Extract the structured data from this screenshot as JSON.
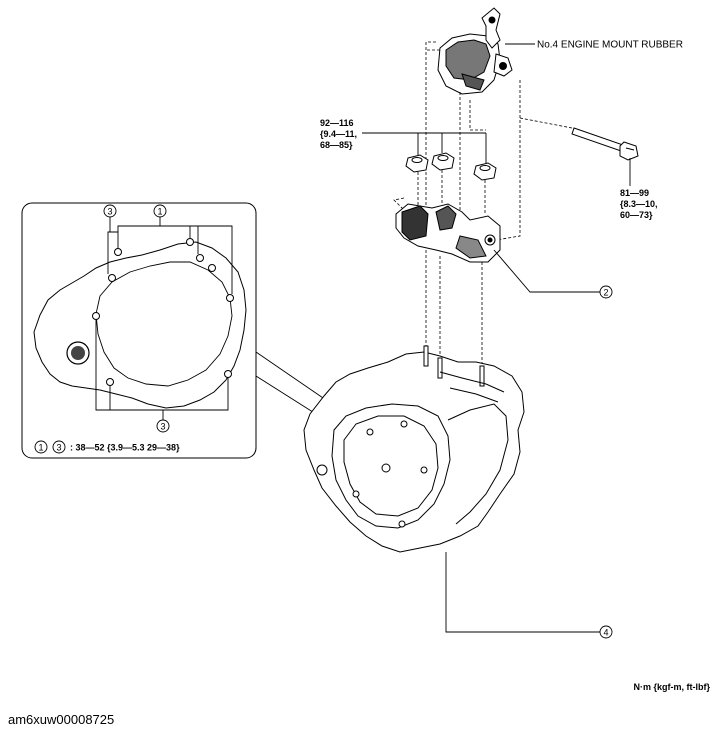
{
  "labels": {
    "engine_mount_rubber": "No.4 ENGINE MOUNT RUBBER",
    "torque_nuts_line1": "92—116",
    "torque_nuts_line2": "{9.4—11,",
    "torque_nuts_line3": "68—85}",
    "torque_bolt_line1": "81—99",
    "torque_bolt_line2": "{8.3—10,",
    "torque_bolt_line3": "60—73}",
    "inset_torque_spec": ": 38—52 {3.9—5.3 29—38}",
    "units": "N·m {kgf-m, ft-lbf}",
    "image_code": "am6xuw00008725"
  },
  "callouts": {
    "c1_top": "1",
    "c3_top": "3",
    "c3_bottom": "3",
    "c1_legend": "1",
    "c3_legend": "3",
    "c2": "2",
    "c4": "4"
  }
}
